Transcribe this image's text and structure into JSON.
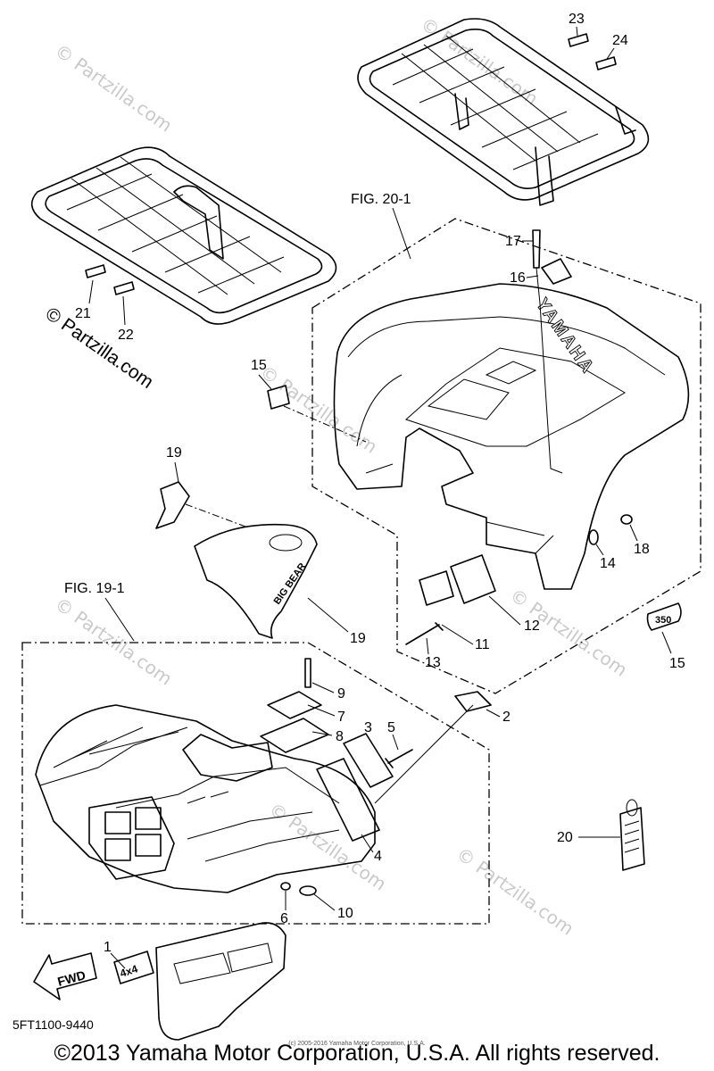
{
  "diagram": {
    "fig_labels": [
      "FIG. 20-1",
      "FIG. 19-1"
    ],
    "callouts": [
      "1",
      "2",
      "3",
      "4",
      "5",
      "6",
      "7",
      "8",
      "9",
      "10",
      "11",
      "12",
      "13",
      "14",
      "15",
      "15",
      "16",
      "17",
      "18",
      "19",
      "19",
      "20",
      "21",
      "22",
      "23",
      "24"
    ],
    "decal_texts": {
      "rear_fender_logo": "YAMAHA",
      "rear_emblem": "350",
      "front_emblem": "4x4",
      "fwd_arrow": "FWD",
      "side_cover": "BIG BEAR"
    },
    "watermark": "© Partzilla.com",
    "part_code": "5FT1100-9440",
    "tiny_notice": "(c) 2005-2016 Yamaha Motor Corporation, U.S.A.",
    "copyright": "©2013 Yamaha Motor Corporation, U.S.A. All rights reserved."
  }
}
